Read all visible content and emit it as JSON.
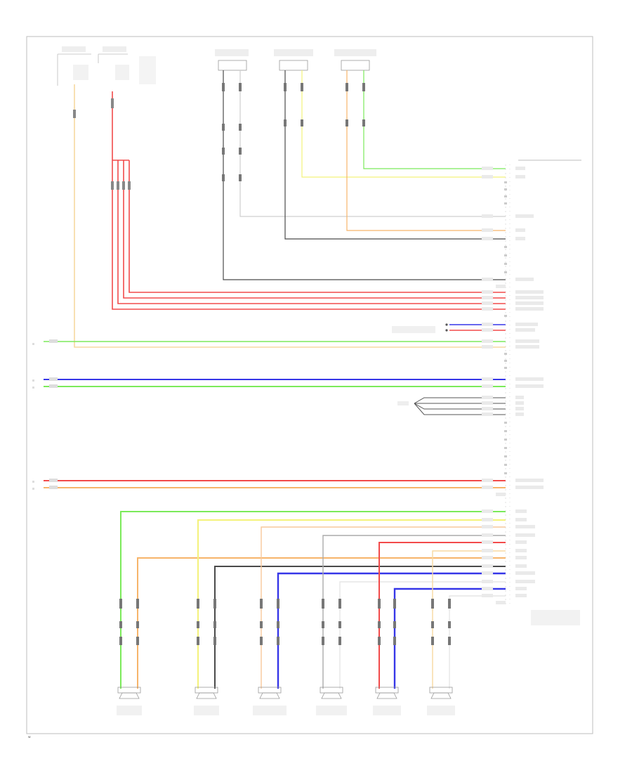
{
  "diagram": {
    "footer_code": "W",
    "colors": {
      "green": "#7bea5a",
      "yellow": "#f4f27a",
      "orange": "#f7b46a",
      "red": "#f24a4a",
      "blue": "#3636e8",
      "black": "#4a4a4a",
      "gray": "#b8b8b8",
      "white_wire": "#d9d9d9",
      "pink": "#f2b0b0"
    },
    "components": [
      {
        "id": "left-front-speaker",
        "icon": "speaker-icon"
      },
      {
        "id": "right-front-speaker",
        "icon": "speaker-icon"
      },
      {
        "id": "center-speaker",
        "icon": "speaker-icon"
      },
      {
        "id": "front-door-speaker-left",
        "icon": "speaker-icon"
      },
      {
        "id": "front-door-speaker-right",
        "icon": "speaker-icon"
      },
      {
        "id": "rear-left-speaker",
        "icon": "speaker-icon"
      },
      {
        "id": "rear-right-speaker",
        "icon": "speaker-icon"
      },
      {
        "id": "rear-door-speaker-left",
        "icon": "speaker-icon"
      },
      {
        "id": "rear-door-speaker-right",
        "icon": "speaker-icon"
      },
      {
        "id": "subwoofer",
        "icon": "speaker-icon"
      },
      {
        "id": "amplifier",
        "icon": "connector-icon"
      }
    ]
  }
}
